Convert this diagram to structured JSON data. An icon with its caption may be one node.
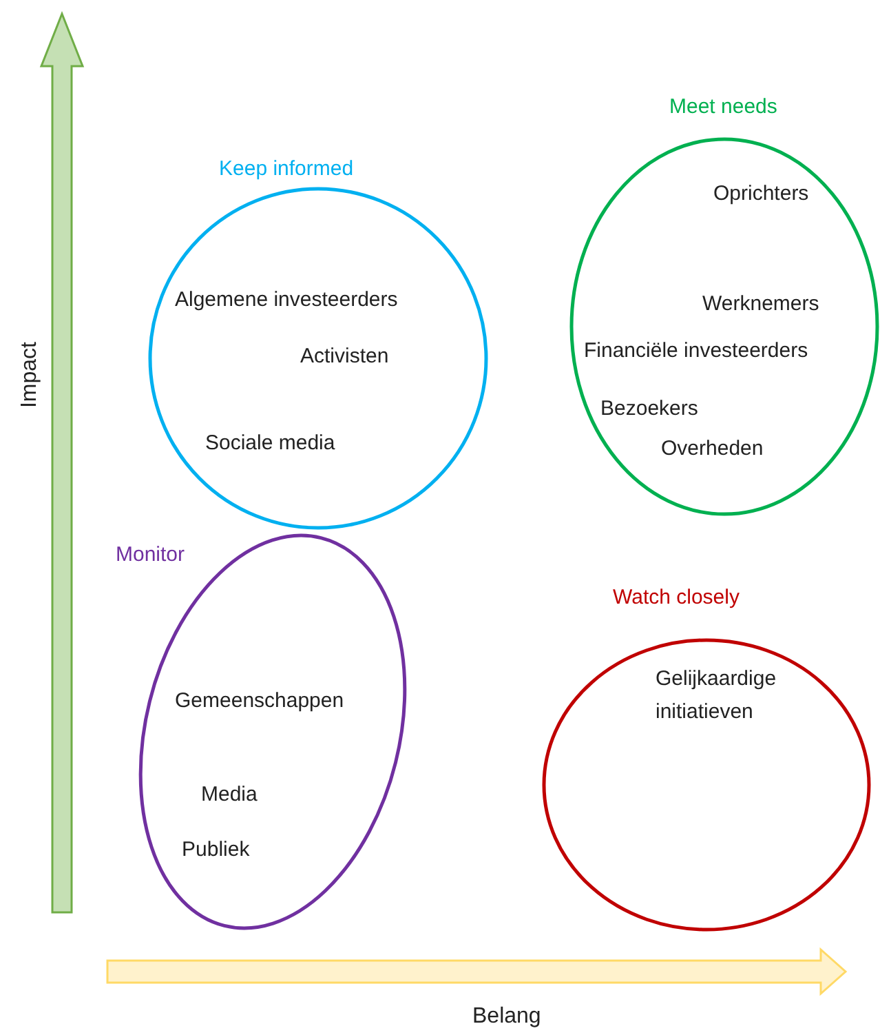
{
  "diagram": {
    "nodes": [
      {
        "text": [
          "Keep informed",
          "Algemene investeerders",
          "Activisten",
          "Sociale media"
        ]
      },
      {
        "text": [
          "Meet needs",
          "Oprichters",
          "Werknemers",
          "Financiële investeerders",
          "Bezoekers",
          "Overheden"
        ]
      },
      {
        "text": [
          "Monitor",
          "Gemeenschappen",
          "Media",
          "Publiek"
        ]
      },
      {
        "text": [
          "Watch closely",
          "Gelijkaardige initiatieven"
        ]
      }
    ],
    "labels": [
      "Impact",
      "Belang"
    ]
  }
}
